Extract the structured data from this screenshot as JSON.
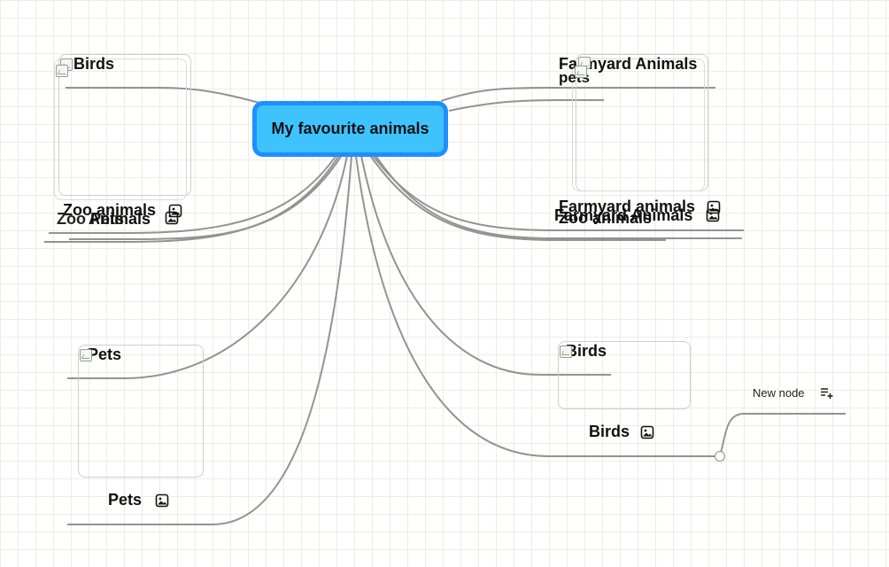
{
  "colors": {
    "root_fill": "#3fc3ff",
    "root_border": "#1e8fff",
    "edge": "#939393",
    "grid": "#ebeee3"
  },
  "root": {
    "label": "My favourite animals"
  },
  "left_top": {
    "alt_birds": "Birds",
    "label_zoo": "Zoo animals",
    "label_zoo_pets": "Zoo Pets",
    "label_animals": "Animals"
  },
  "right_top": {
    "alt_farmyard": "Farmyard Animals",
    "alt_pets": "pets",
    "label_farmyard_animals_lower": "Farmyard animals",
    "label_farmyard_Animals": "Farmyard Animals",
    "label_zoo": "Zoo animals"
  },
  "left_bottom": {
    "alt": "Pets",
    "label": "Pets"
  },
  "right_bottom": {
    "alt": "Birds",
    "label": "Birds"
  },
  "new_node": {
    "label": "New node",
    "icon": "add-note-icon"
  },
  "icons": {
    "image": "image-icon",
    "broken_image": "broken-image-icon"
  }
}
